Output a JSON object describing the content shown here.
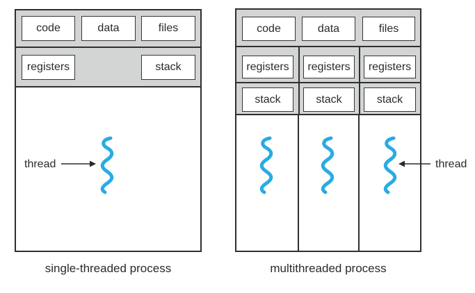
{
  "left": {
    "caption": "single-threaded process",
    "code": "code",
    "data": "data",
    "files": "files",
    "registers": "registers",
    "stack": "stack",
    "thread_label": "thread"
  },
  "right": {
    "caption": "multithreaded process",
    "code": "code",
    "data": "data",
    "files": "files",
    "columns": [
      {
        "registers": "registers",
        "stack": "stack"
      },
      {
        "registers": "registers",
        "stack": "stack"
      },
      {
        "registers": "registers",
        "stack": "stack"
      }
    ],
    "thread_label": "thread"
  },
  "colors": {
    "thread_blue": "#29abe2",
    "panel_gray": "#d3d5d4",
    "line_dark": "#2f2f2f"
  }
}
